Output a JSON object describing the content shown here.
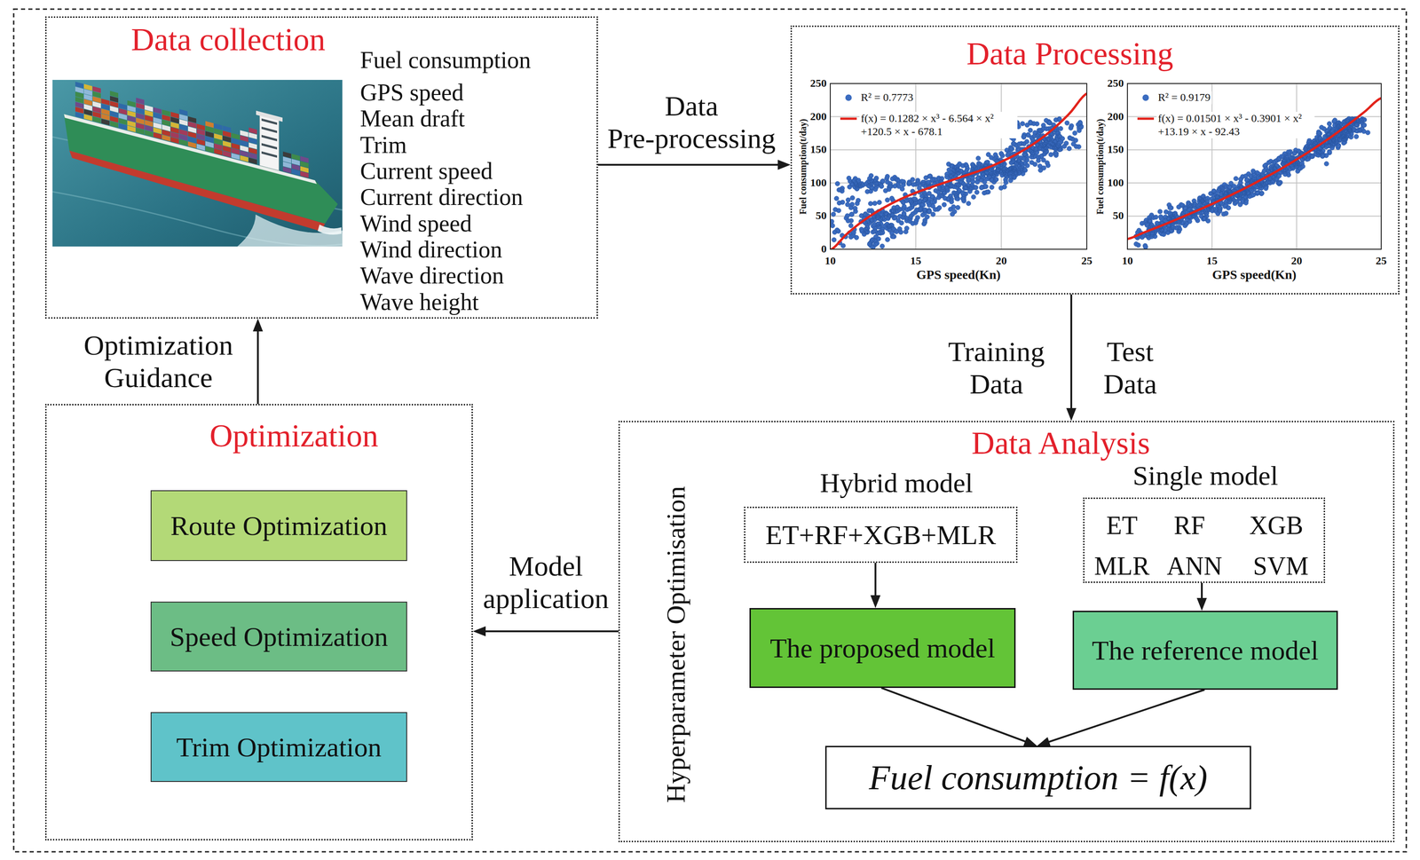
{
  "diagram": {
    "nodes": [
      {
        "text": [
          "Data collection",
          "Fuel consumption",
          "GPS speed",
          "Mean draft",
          "Trim",
          "Current speed",
          "Current direction",
          "Wind speed",
          "Wind direction",
          "Wave direction",
          "Wave height"
        ]
      },
      {
        "text": [
          "Data Processing"
        ]
      },
      {
        "text": [
          "Optimization"
        ]
      },
      {
        "text": [
          "Route Optimization"
        ],
        "in": 2
      },
      {
        "text": [
          "Speed Optimization"
        ],
        "in": 2
      },
      {
        "text": [
          "Trim Optimization"
        ],
        "in": 2
      },
      {
        "text": [
          "Data Analysis",
          "Hyperparameter Optimisation"
        ]
      },
      {
        "text": [
          "Hybrid model",
          "ET+RF+XGB+MLR"
        ],
        "in": 6
      },
      {
        "text": [
          "Single model",
          "ET",
          "RF",
          "XGB",
          "MLR",
          "ANN",
          "SVM"
        ],
        "in": 6
      },
      {
        "text": [
          "The proposed model"
        ],
        "in": 6
      },
      {
        "text": [
          "The reference model"
        ],
        "in": 6
      },
      {
        "text": [
          "Fuel consumption = f(x)"
        ],
        "in": 6
      }
    ],
    "edges": [
      {
        "from": 0,
        "to": 1,
        "label": "Data Pre-processing",
        "arrow": "to"
      },
      {
        "from": 1,
        "to": 6,
        "label": "Training Data",
        "arrow": "to"
      },
      {
        "from": 6,
        "to": 2,
        "label": "Model application",
        "arrow": "to"
      },
      {
        "from": 2,
        "to": 0,
        "label": "Optimization Guidance",
        "arrow": "to"
      },
      {
        "from": 7,
        "to": 9,
        "arrow": "to"
      },
      {
        "from": 8,
        "to": 10,
        "arrow": "to"
      },
      {
        "from": 9,
        "to": 11,
        "arrow": "to"
      },
      {
        "from": 10,
        "to": 11,
        "arrow": "to"
      }
    ],
    "labels": [
      "250",
      "200",
      "150",
      "100",
      "50",
      "0",
      "10",
      "15",
      "20",
      "25",
      "Fuel consumption(t/day)",
      "GPS speed(Kn)",
      "250",
      "200",
      "150",
      "100",
      "50",
      "10",
      "15",
      "20",
      "25",
      "Fuel consumption(t/day)",
      "GPS speed(Kn)",
      "Test Data"
    ],
    "legend": [
      {
        "text": "R² = 0.7773",
        "color": "#3b6cc0"
      },
      {
        "text": "f(x) = 0.1282 × x³ - 6.564 × x² +120.5 × x - 678.1"
      },
      {
        "text": "R² = 0.9179",
        "color": "#3b6cc0"
      },
      {
        "text": "f(x) = 0.01501 × x³ - 0.3901 × x² +13.19 × x - 92.43"
      }
    ]
  }
}
